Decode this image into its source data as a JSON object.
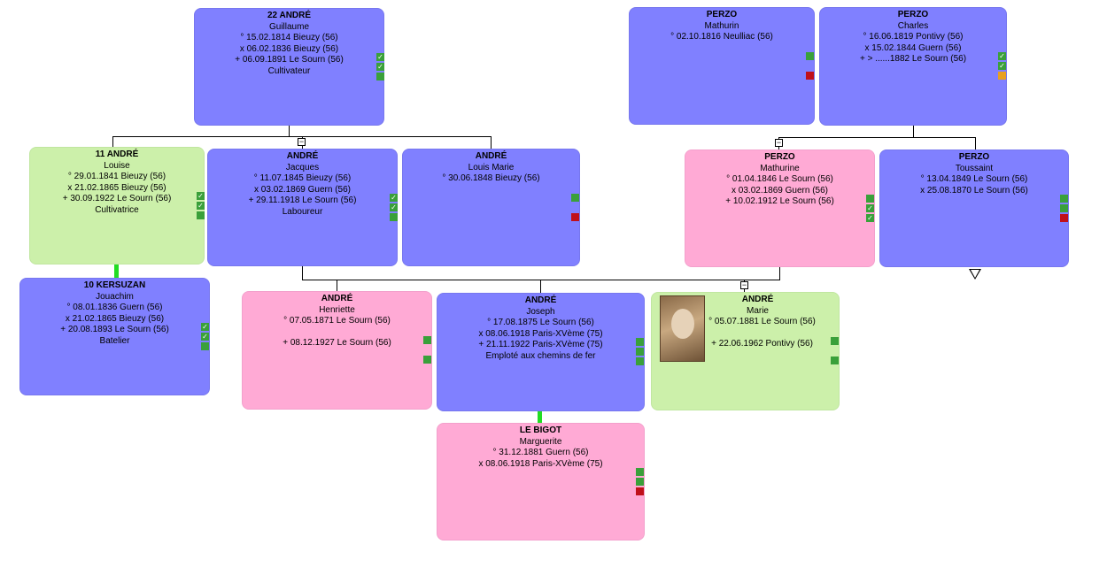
{
  "persons": {
    "andre_guillaume": {
      "surname": "22 ANDRÉ",
      "given": "Guillaume",
      "lines": [
        "° 15.02.1814 Bieuzy (56)",
        "x 06.02.1836 Bieuzy (56)",
        "+ 06.09.1891 Le Sourn (56)",
        "Cultivateur"
      ]
    },
    "perzo_mathurin": {
      "surname": "PERZO",
      "given": "Mathurin",
      "lines": [
        "° 02.10.1816 Neulliac (56)"
      ]
    },
    "perzo_charles": {
      "surname": "PERZO",
      "given": "Charles",
      "lines": [
        "° 16.06.1819 Pontivy (56)",
        "x 15.02.1844 Guern (56)",
        "+ > ......1882 Le Sourn (56)"
      ]
    },
    "andre_louise": {
      "surname": "11 ANDRÉ",
      "given": "Louise",
      "lines": [
        "° 29.01.1841 Bieuzy (56)",
        "x 21.02.1865 Bieuzy (56)",
        "+ 30.09.1922 Le Sourn (56)",
        "Cultivatrice"
      ]
    },
    "andre_jacques": {
      "surname": "ANDRÉ",
      "given": "Jacques",
      "lines": [
        "° 11.07.1845 Bieuzy (56)",
        "x 03.02.1869 Guern (56)",
        "+ 29.11.1918 Le Sourn (56)",
        "Laboureur"
      ]
    },
    "andre_louis_marie": {
      "surname": "ANDRÉ",
      "given": "Louis Marie",
      "lines": [
        "° 30.06.1848 Bieuzy (56)"
      ]
    },
    "perzo_mathurine": {
      "surname": "PERZO",
      "given": "Mathurine",
      "lines": [
        "° 01.04.1846 Le Sourn (56)",
        "x 03.02.1869 Guern (56)",
        "+ 10.02.1912 Le Sourn (56)"
      ]
    },
    "perzo_toussaint": {
      "surname": "PERZO",
      "given": "Toussaint",
      "lines": [
        "° 13.04.1849 Le Sourn (56)",
        "x 25.08.1870 Le Sourn (56)"
      ]
    },
    "kersuzan_jouachim": {
      "surname": "10 KERSUZAN",
      "given": "Jouachim",
      "lines": [
        "° 08.01.1836 Guern (56)",
        "x 21.02.1865 Bieuzy (56)",
        "+ 20.08.1893 Le Sourn (56)",
        "Batelier"
      ]
    },
    "andre_henriette": {
      "surname": "ANDRÉ",
      "given": "Henriette",
      "lines": [
        "° 07.05.1871 Le Sourn (56)",
        "",
        "+ 08.12.1927 Le Sourn (56)"
      ]
    },
    "andre_joseph": {
      "surname": "ANDRÉ",
      "given": "Joseph",
      "lines": [
        "° 17.08.1875 Le Sourn (56)",
        "x 08.06.1918 Paris-XVème (75)",
        "+ 21.11.1922 Paris-XVème (75)",
        "Emploté aux chemins de fer"
      ]
    },
    "andre_marie": {
      "surname": "ANDRÉ",
      "given": "Marie",
      "lines": [
        "° 05.07.1881 Le Sourn (56)",
        "",
        "+ 22.06.1962 Pontivy (56)"
      ]
    },
    "lebigot_marguerite": {
      "surname": "LE BIGOT",
      "given": "Marguerite",
      "lines": [
        "° 31.12.1881 Guern (56)",
        "x 08.06.1918 Paris-XVème (75)"
      ]
    }
  },
  "icons": {
    "check": "✓",
    "collapse": "−"
  },
  "colors": {
    "male": "#8080ff",
    "female": "#ffaad5",
    "highlight": "#ccf0aa",
    "status_green": "#3aa03a",
    "status_red": "#c0101a",
    "status_orange": "#e8a020",
    "link_green": "#22dd22"
  }
}
